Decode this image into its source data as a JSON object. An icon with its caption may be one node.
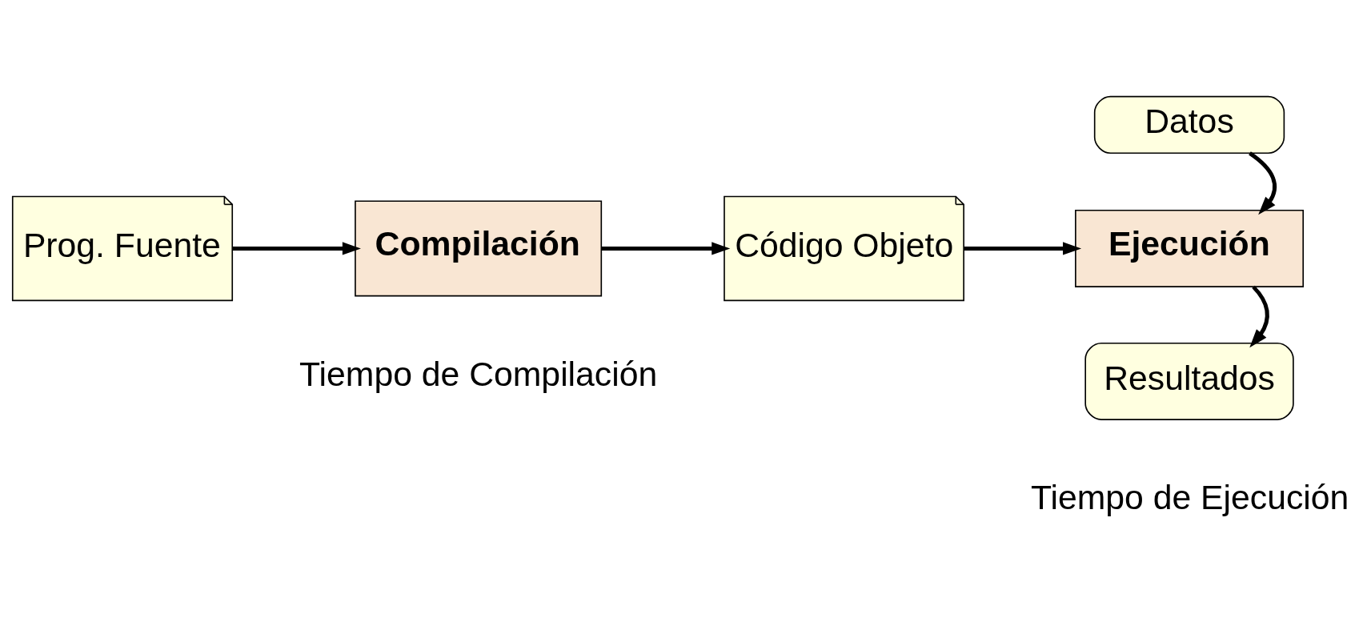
{
  "diagram": {
    "nodes": [
      {
        "text": [
          "Prog. Fuente"
        ]
      },
      {
        "text": [
          "Compilación"
        ]
      },
      {
        "text": [
          "Código Objeto"
        ]
      },
      {
        "text": [
          "Datos"
        ]
      },
      {
        "text": [
          "Ejecución"
        ]
      },
      {
        "text": [
          "Resultados"
        ]
      }
    ],
    "edges": [
      {
        "from": 0,
        "to": 1,
        "arrow": "to"
      },
      {
        "from": 1,
        "to": 2,
        "arrow": "to"
      },
      {
        "from": 2,
        "to": 4,
        "arrow": "to"
      },
      {
        "from": 3,
        "to": 4,
        "arrow": "to"
      },
      {
        "from": 4,
        "to": 5,
        "arrow": "to"
      }
    ],
    "labels": [
      "Tiempo de Compilación",
      "Tiempo de Ejecución"
    ]
  }
}
